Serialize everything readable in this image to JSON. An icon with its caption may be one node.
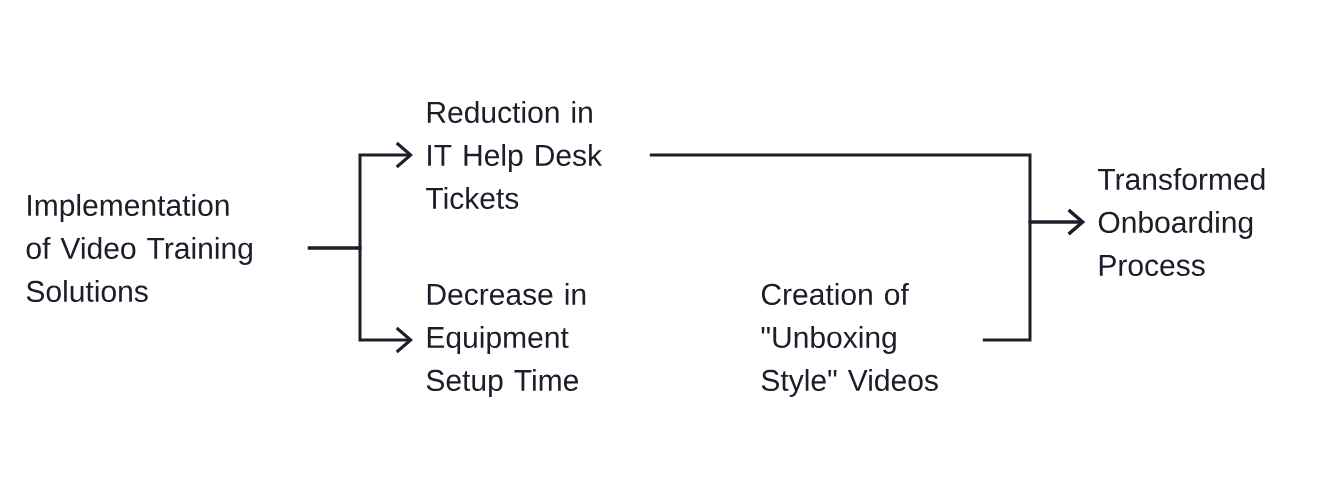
{
  "diagram": {
    "nodes": [
      {
        "text": [
          "Implementation of Video Training Solutions"
        ]
      },
      {
        "text": [
          "Reduction in IT Help Desk Tickets"
        ]
      },
      {
        "text": [
          "Decrease in Equipment Setup Time"
        ]
      },
      {
        "text": [
          "Creation of \"Unboxing Style\" Videos"
        ]
      },
      {
        "text": [
          "Transformed Onboarding Process"
        ]
      }
    ],
    "edges": [
      {
        "from": 0,
        "to": 1,
        "arrow": "to"
      },
      {
        "from": 0,
        "to": 2,
        "arrow": "to"
      },
      {
        "from": 1,
        "to": 4,
        "arrow": "to"
      },
      {
        "from": 3,
        "to": 4,
        "arrow": "to"
      }
    ]
  }
}
